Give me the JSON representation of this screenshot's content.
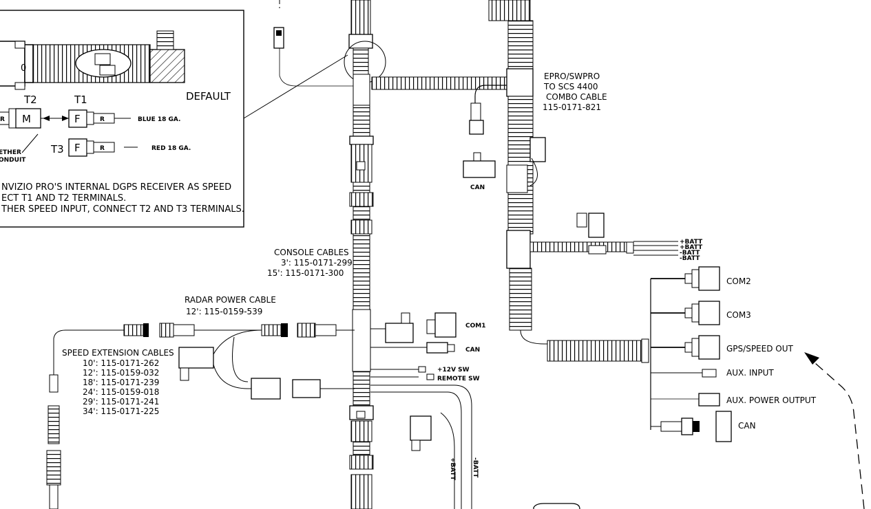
{
  "detail": {
    "default_label": "DEFAULT",
    "t1": "T1",
    "t2": "T2",
    "t3": "T3",
    "m": "M",
    "f": "F",
    "r": "R",
    "blue_wire": "BLUE 18 GA.",
    "red_wire": "RED 18 GA.",
    "tether_1": "ETHER",
    "tether_2": "ONDUIT",
    "note_1": "NVIZIO PRO'S INTERNAL DGPS RECEIVER AS SPEED",
    "note_2": "ECT T1 AND T2 TERMINALS.",
    "note_3": "THER SPEED INPUT, CONNECT T2 AND T3 TERMINALS.",
    "t_zero": "0"
  },
  "labels": {
    "epro_1": "EPRO/SWPRO",
    "epro_2": "TO SCS 4400",
    "epro_3": "COMBO CABLE",
    "epro_4": "115-0171-821",
    "can_top": "CAN",
    "batt_1": "+BATT",
    "batt_2": "+BATT",
    "batt_3": "-BATT",
    "batt_4": "-BATT",
    "console_1": "CONSOLE CABLES",
    "console_2": "3': 115-0171-299",
    "console_3": "15': 115-0171-300",
    "radar_1": "RADAR POWER CABLE",
    "radar_2": "12': 115-0159-539",
    "speed_title": "SPEED EXTENSION CABLES",
    "speed_1": "10': 115-0171-262",
    "speed_2": "12': 115-0159-032",
    "speed_3": "18': 115-0171-239",
    "speed_4": "24': 115-0159-018",
    "speed_5": "29': 115-0171-241",
    "speed_6": "34': 115-0171-225",
    "com1": "COM1",
    "can_mid": "CAN",
    "sw12": "+12V SW",
    "remote_sw": "REMOTE SW",
    "plus_batt": "+BATT",
    "minus_batt": "-BATT",
    "com2": "COM2",
    "com3": "COM3",
    "gps_out": "GPS/SPEED OUT",
    "aux_in": "AUX. INPUT",
    "aux_pwr": "AUX. POWER OUTPUT",
    "can_right": "CAN"
  }
}
